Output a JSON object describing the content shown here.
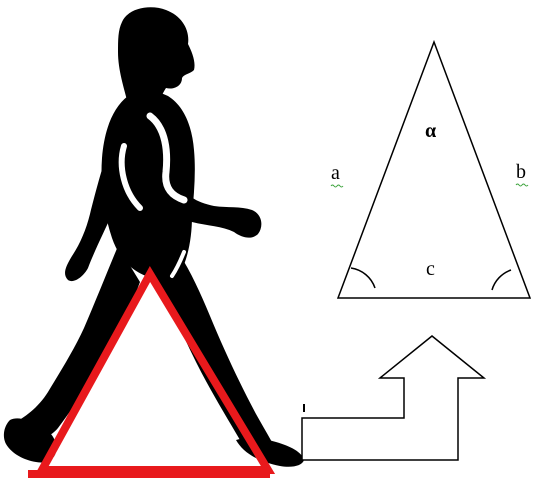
{
  "triangle": {
    "side_a": "a",
    "side_b": "b",
    "side_c": "c",
    "apex_angle": "α"
  },
  "colors": {
    "silhouette": "#000000",
    "gait_triangle": "#e8191c",
    "outline": "#000000",
    "spellcheck_underline": "#3aa23a",
    "background": "#ffffff"
  },
  "icons": [
    "walking-person-silhouette",
    "gait-triangle",
    "step-arrow"
  ]
}
